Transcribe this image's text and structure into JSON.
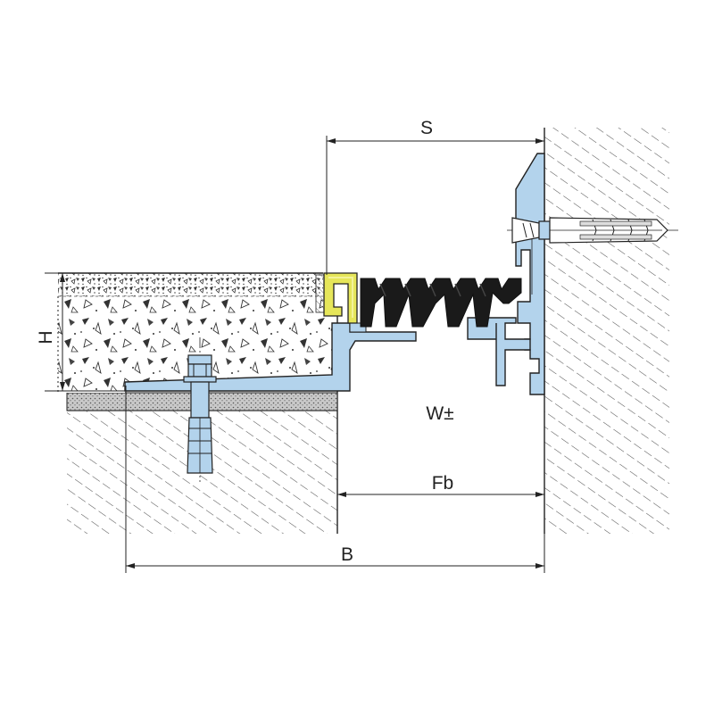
{
  "labels": {
    "s": "S",
    "h": "H",
    "w": "W±",
    "fb": "Fb",
    "b": "B"
  },
  "colors": {
    "aluminium": "#b3d3ec",
    "rubber": "#1a1a1a",
    "insert": "#e6e65a",
    "line": "#222222",
    "hatch": "#555555"
  }
}
